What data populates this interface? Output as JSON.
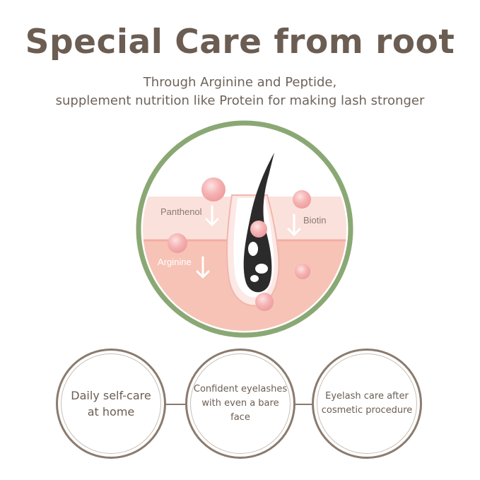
{
  "header": {
    "title": "Special Care from root",
    "subtitle_line1": "Through Arginine and Peptide,",
    "subtitle_line2": "supplement nutrition like Protein for making lash stronger"
  },
  "diagram": {
    "labels": {
      "panthenol": "Panthenol",
      "biotin": "Biotin",
      "arginine": "Arginine"
    },
    "colors": {
      "ring": "#8aa874",
      "skin_upper": "#fbe1dc",
      "skin_lower": "#f7c3b6",
      "hair": "#2b2b2b",
      "nutrient_ball": "#f3a9aa",
      "label_text": "#8a7a72"
    }
  },
  "benefits": [
    {
      "label": "Daily self-care\nat home"
    },
    {
      "label": "Confident eyelashes\nwith even a bare face"
    },
    {
      "label": "Eyelash care after\ncosmetic procedure"
    }
  ]
}
